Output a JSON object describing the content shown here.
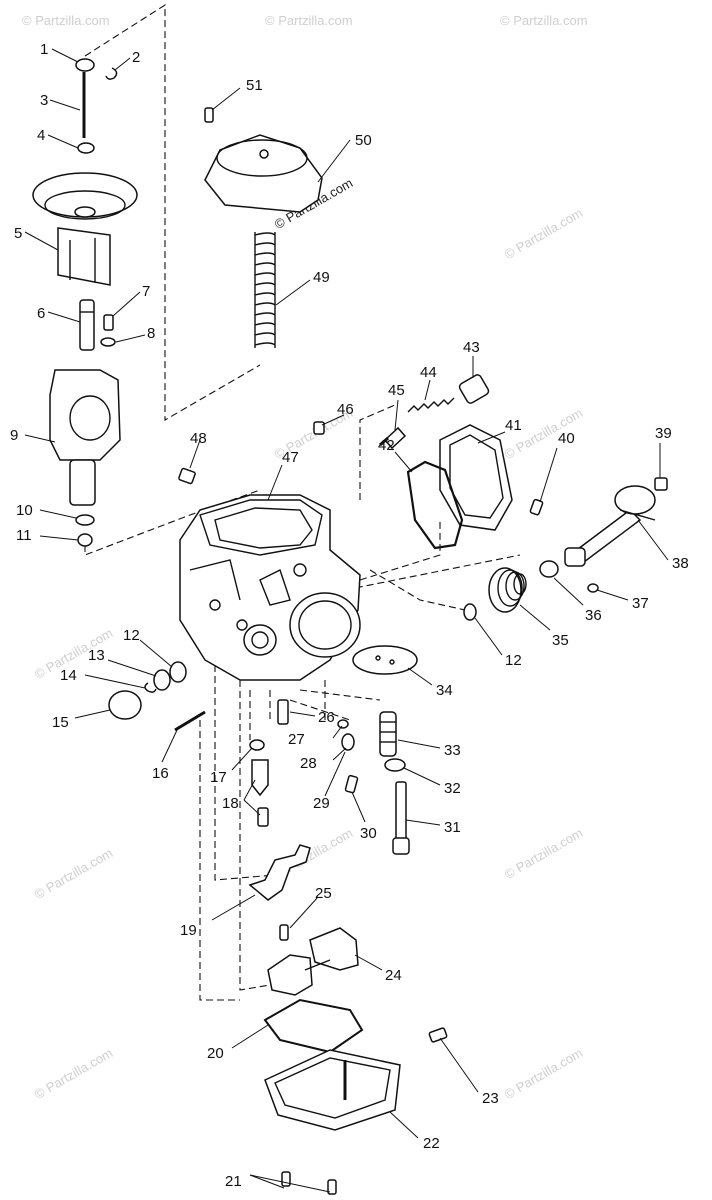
{
  "watermark": "© Partzilla.com",
  "labels": [
    {
      "id": "1",
      "text": "1"
    },
    {
      "id": "2",
      "text": "2"
    },
    {
      "id": "3",
      "text": "3"
    },
    {
      "id": "4",
      "text": "4"
    },
    {
      "id": "5",
      "text": "5"
    },
    {
      "id": "6",
      "text": "6"
    },
    {
      "id": "7",
      "text": "7"
    },
    {
      "id": "8",
      "text": "8"
    },
    {
      "id": "9",
      "text": "9"
    },
    {
      "id": "10",
      "text": "10"
    },
    {
      "id": "11",
      "text": "11"
    },
    {
      "id": "12a",
      "text": "12"
    },
    {
      "id": "12b",
      "text": "12"
    },
    {
      "id": "13",
      "text": "13"
    },
    {
      "id": "14",
      "text": "14"
    },
    {
      "id": "15",
      "text": "15"
    },
    {
      "id": "16",
      "text": "16"
    },
    {
      "id": "17",
      "text": "17"
    },
    {
      "id": "18",
      "text": "18"
    },
    {
      "id": "19",
      "text": "19"
    },
    {
      "id": "20",
      "text": "20"
    },
    {
      "id": "21",
      "text": "21"
    },
    {
      "id": "22",
      "text": "22"
    },
    {
      "id": "23",
      "text": "23"
    },
    {
      "id": "24",
      "text": "24"
    },
    {
      "id": "25",
      "text": "25"
    },
    {
      "id": "26",
      "text": "26"
    },
    {
      "id": "27",
      "text": "27"
    },
    {
      "id": "28",
      "text": "28"
    },
    {
      "id": "29",
      "text": "29"
    },
    {
      "id": "30",
      "text": "30"
    },
    {
      "id": "31",
      "text": "31"
    },
    {
      "id": "32",
      "text": "32"
    },
    {
      "id": "33",
      "text": "33"
    },
    {
      "id": "34",
      "text": "34"
    },
    {
      "id": "35",
      "text": "35"
    },
    {
      "id": "36",
      "text": "36"
    },
    {
      "id": "37",
      "text": "37"
    },
    {
      "id": "38",
      "text": "38"
    },
    {
      "id": "39",
      "text": "39"
    },
    {
      "id": "40",
      "text": "40"
    },
    {
      "id": "41",
      "text": "41"
    },
    {
      "id": "42",
      "text": "42"
    },
    {
      "id": "43",
      "text": "43"
    },
    {
      "id": "44",
      "text": "44"
    },
    {
      "id": "45",
      "text": "45"
    },
    {
      "id": "46",
      "text": "46"
    },
    {
      "id": "47",
      "text": "47"
    },
    {
      "id": "48",
      "text": "48"
    },
    {
      "id": "49",
      "text": "49"
    },
    {
      "id": "50",
      "text": "50"
    },
    {
      "id": "51",
      "text": "51"
    }
  ]
}
